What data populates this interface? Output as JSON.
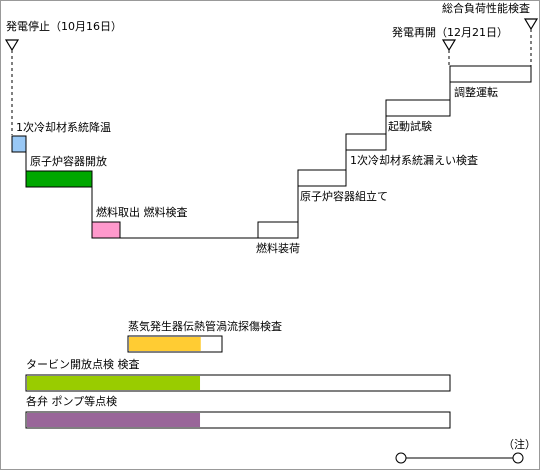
{
  "milestones": {
    "stop": "発電停止（10月16日）",
    "restart": "発電再開（12月21日）",
    "full_load": "総合負荷性能検査"
  },
  "steps": {
    "cooldown": "1次冷却材系統降温",
    "vessel_open": "原子炉容器開放",
    "fuel_out": "燃料取出 燃料検査",
    "fuel_load": "燃料装荷",
    "vessel_assembly": "原子炉容器組立て",
    "leak_test": "1次冷却材系統漏えい検査",
    "startup_test": "起動試験",
    "adjust_run": "調整運転"
  },
  "tasks": {
    "sg_inspection": "蒸気発生器伝熱管渦流探傷検査",
    "turbine_inspection": "タービン開放点検 検査",
    "pump_inspection": "各弁 ポンプ等点検"
  },
  "legend": {
    "note": "（注）"
  },
  "colors": {
    "frame": "#999999",
    "line": "#000000",
    "cooldown": "#99c8f5",
    "vessel_open": "#00a800",
    "fuel_out": "#ff99cc",
    "sg_inspection": "#ffcc33",
    "turbine_inspection": "#99cc00",
    "pump_inspection": "#996699"
  },
  "progress": {
    "sg_inspection": 0.78,
    "turbine_inspection": 0.41,
    "pump_inspection": 0.41
  }
}
